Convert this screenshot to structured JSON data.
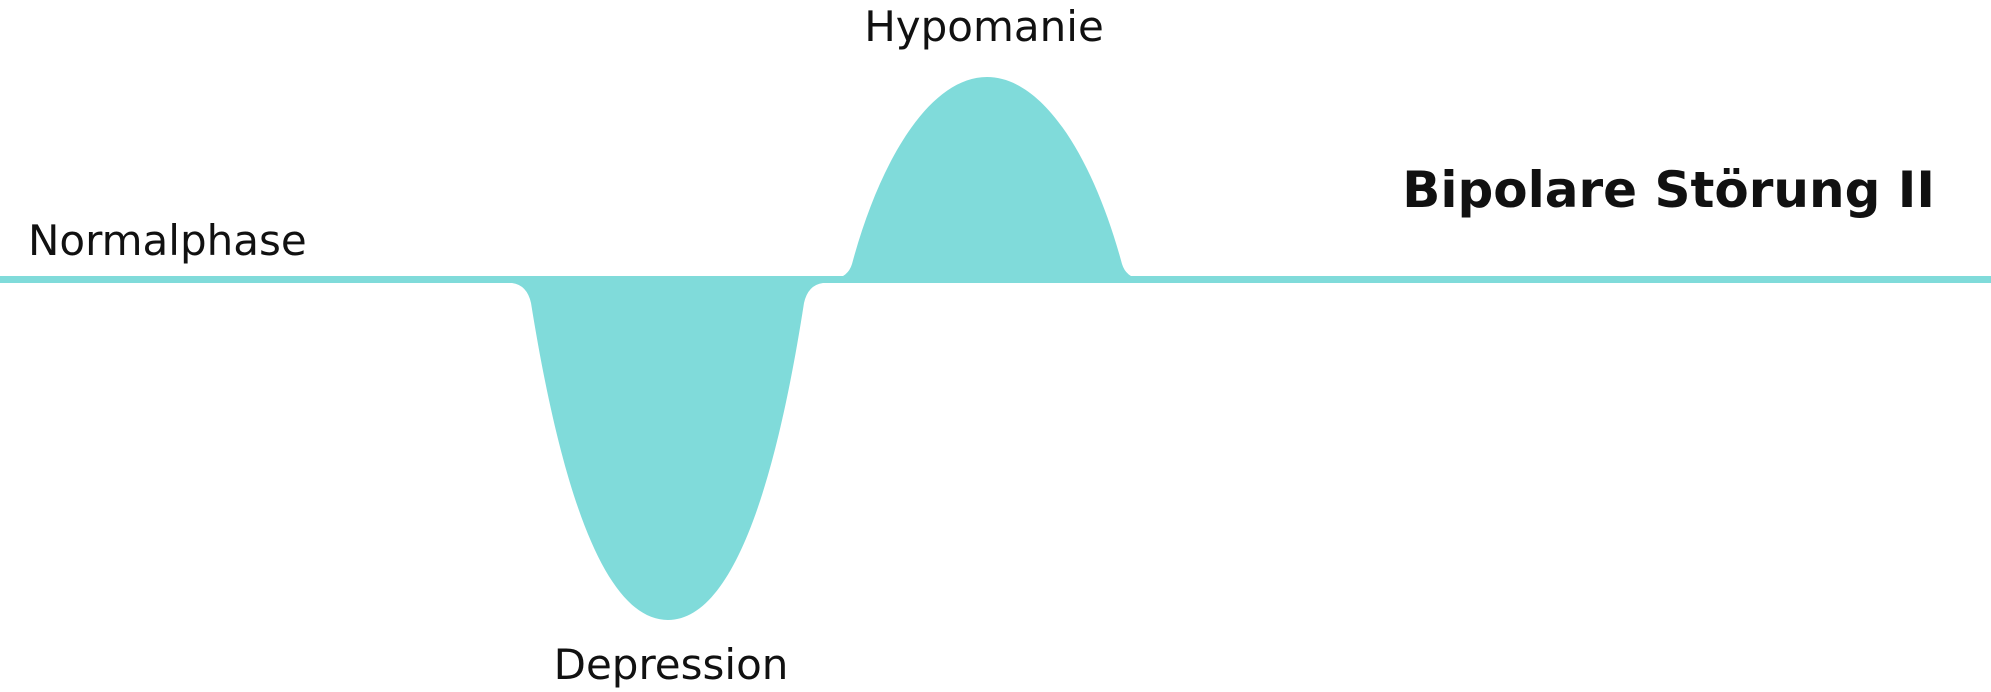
{
  "diagram": {
    "title": "Bipolare Störung II",
    "labels": {
      "normal": "Normalphase",
      "hypomania": "Hypomanie",
      "depression": "Depression"
    },
    "fill_color": "#80DBDA",
    "text_color": "#111111"
  }
}
